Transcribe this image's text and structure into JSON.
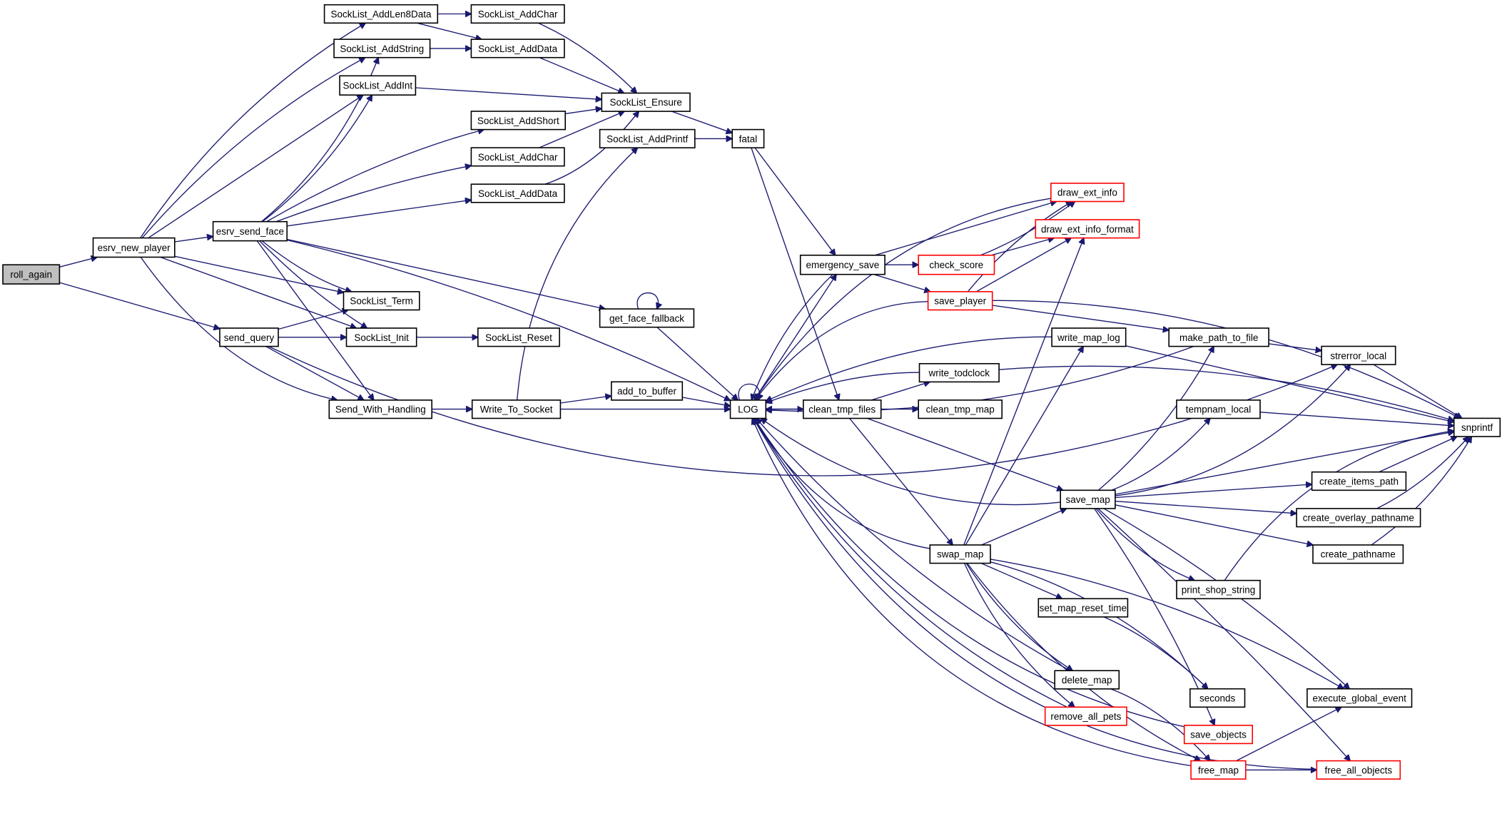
{
  "diagram": {
    "type": "call-graph",
    "colors": {
      "edge": "#191970",
      "root_fill": "#bfbfbf",
      "node_fill": "#ffffff",
      "normal_border": "#000000",
      "truncated_border": "#ff0000"
    },
    "root": "roll_again",
    "nodes": [
      {
        "id": "roll_again",
        "label": "roll_again",
        "kind": "root"
      },
      {
        "id": "esrv_new_player",
        "label": "esrv_new_player",
        "kind": "normal"
      },
      {
        "id": "esrv_send_face",
        "label": "esrv_send_face",
        "kind": "normal"
      },
      {
        "id": "SockList_AddLen8Data",
        "label": "SockList_AddLen8Data",
        "kind": "normal"
      },
      {
        "id": "SockList_AddString",
        "label": "SockList_AddString",
        "kind": "normal"
      },
      {
        "id": "SockList_AddInt",
        "label": "SockList_AddInt",
        "kind": "normal"
      },
      {
        "id": "SockList_AddChar_1",
        "label": "SockList_AddChar",
        "kind": "normal"
      },
      {
        "id": "SockList_AddData_1",
        "label": "SockList_AddData",
        "kind": "normal"
      },
      {
        "id": "SockList_AddShort",
        "label": "SockList_AddShort",
        "kind": "normal"
      },
      {
        "id": "SockList_AddChar_2",
        "label": "SockList_AddChar",
        "kind": "normal"
      },
      {
        "id": "SockList_AddData_2",
        "label": "SockList_AddData",
        "kind": "normal"
      },
      {
        "id": "SockList_Ensure",
        "label": "SockList_Ensure",
        "kind": "normal"
      },
      {
        "id": "SockList_AddPrintf",
        "label": "SockList_AddPrintf",
        "kind": "normal"
      },
      {
        "id": "fatal",
        "label": "fatal",
        "kind": "normal"
      },
      {
        "id": "SockList_Term",
        "label": "SockList_Term",
        "kind": "normal"
      },
      {
        "id": "SockList_Init",
        "label": "SockList_Init",
        "kind": "normal"
      },
      {
        "id": "SockList_Reset",
        "label": "SockList_Reset",
        "kind": "normal"
      },
      {
        "id": "send_query",
        "label": "send_query",
        "kind": "normal"
      },
      {
        "id": "get_face_fallback",
        "label": "get_face_fallback",
        "kind": "normal"
      },
      {
        "id": "Send_With_Handling",
        "label": "Send_With_Handling",
        "kind": "normal"
      },
      {
        "id": "Write_To_Socket",
        "label": "Write_To_Socket",
        "kind": "normal"
      },
      {
        "id": "add_to_buffer",
        "label": "add_to_buffer",
        "kind": "normal"
      },
      {
        "id": "LOG",
        "label": "LOG",
        "kind": "normal"
      },
      {
        "id": "clean_tmp_files",
        "label": "clean_tmp_files",
        "kind": "normal"
      },
      {
        "id": "clean_tmp_map",
        "label": "clean_tmp_map",
        "kind": "normal"
      },
      {
        "id": "write_todclock",
        "label": "write_todclock",
        "kind": "normal"
      },
      {
        "id": "write_map_log",
        "label": "write_map_log",
        "kind": "normal"
      },
      {
        "id": "emergency_save",
        "label": "emergency_save",
        "kind": "normal"
      },
      {
        "id": "check_score",
        "label": "check_score",
        "kind": "truncated"
      },
      {
        "id": "save_player",
        "label": "save_player",
        "kind": "truncated"
      },
      {
        "id": "draw_ext_info",
        "label": "draw_ext_info",
        "kind": "truncated"
      },
      {
        "id": "draw_ext_info_format",
        "label": "draw_ext_info_format",
        "kind": "truncated"
      },
      {
        "id": "make_path_to_file",
        "label": "make_path_to_file",
        "kind": "normal"
      },
      {
        "id": "strerror_local",
        "label": "strerror_local",
        "kind": "normal"
      },
      {
        "id": "tempnam_local",
        "label": "tempnam_local",
        "kind": "normal"
      },
      {
        "id": "snprintf",
        "label": "snprintf",
        "kind": "normal"
      },
      {
        "id": "save_map",
        "label": "save_map",
        "kind": "normal"
      },
      {
        "id": "create_items_path",
        "label": "create_items_path",
        "kind": "normal"
      },
      {
        "id": "create_overlay_pathname",
        "label": "create_overlay_pathname",
        "kind": "normal"
      },
      {
        "id": "create_pathname",
        "label": "create_pathname",
        "kind": "normal"
      },
      {
        "id": "print_shop_string",
        "label": "print_shop_string",
        "kind": "normal"
      },
      {
        "id": "swap_map",
        "label": "swap_map",
        "kind": "normal"
      },
      {
        "id": "set_map_reset_time",
        "label": "set_map_reset_time",
        "kind": "normal"
      },
      {
        "id": "delete_map",
        "label": "delete_map",
        "kind": "normal"
      },
      {
        "id": "seconds",
        "label": "seconds",
        "kind": "normal"
      },
      {
        "id": "execute_global_event",
        "label": "execute_global_event",
        "kind": "normal"
      },
      {
        "id": "remove_all_pets",
        "label": "remove_all_pets",
        "kind": "truncated"
      },
      {
        "id": "save_objects",
        "label": "save_objects",
        "kind": "truncated"
      },
      {
        "id": "free_map",
        "label": "free_map",
        "kind": "truncated"
      },
      {
        "id": "free_all_objects",
        "label": "free_all_objects",
        "kind": "truncated"
      }
    ],
    "edges": [
      [
        "roll_again",
        "esrv_new_player"
      ],
      [
        "roll_again",
        "send_query"
      ],
      [
        "esrv_new_player",
        "esrv_send_face"
      ],
      [
        "esrv_new_player",
        "SockList_AddLen8Data"
      ],
      [
        "esrv_new_player",
        "SockList_AddString"
      ],
      [
        "esrv_new_player",
        "SockList_AddInt"
      ],
      [
        "esrv_new_player",
        "SockList_Term"
      ],
      [
        "esrv_new_player",
        "SockList_Init"
      ],
      [
        "esrv_new_player",
        "Send_With_Handling"
      ],
      [
        "esrv_send_face",
        "SockList_AddString"
      ],
      [
        "esrv_send_face",
        "SockList_AddInt"
      ],
      [
        "esrv_send_face",
        "SockList_AddShort"
      ],
      [
        "esrv_send_face",
        "SockList_AddChar_2"
      ],
      [
        "esrv_send_face",
        "SockList_AddData_2"
      ],
      [
        "esrv_send_face",
        "LOG"
      ],
      [
        "esrv_send_face",
        "get_face_fallback"
      ],
      [
        "esrv_send_face",
        "SockList_Term"
      ],
      [
        "esrv_send_face",
        "SockList_Init"
      ],
      [
        "esrv_send_face",
        "Send_With_Handling"
      ],
      [
        "SockList_AddLen8Data",
        "SockList_AddChar_1"
      ],
      [
        "SockList_AddLen8Data",
        "SockList_AddData_1"
      ],
      [
        "SockList_AddString",
        "SockList_AddData_1"
      ],
      [
        "SockList_AddChar_1",
        "SockList_Ensure"
      ],
      [
        "SockList_AddData_1",
        "SockList_Ensure"
      ],
      [
        "SockList_AddInt",
        "SockList_Ensure"
      ],
      [
        "SockList_AddShort",
        "SockList_Ensure"
      ],
      [
        "SockList_AddChar_2",
        "SockList_Ensure"
      ],
      [
        "SockList_AddData_2",
        "SockList_Ensure"
      ],
      [
        "SockList_Ensure",
        "fatal"
      ],
      [
        "SockList_AddPrintf",
        "fatal"
      ],
      [
        "send_query",
        "SockList_Term"
      ],
      [
        "send_query",
        "SockList_Init"
      ],
      [
        "send_query",
        "Send_With_Handling"
      ],
      [
        "send_query",
        "strerror_local"
      ],
      [
        "SockList_Init",
        "SockList_Reset"
      ],
      [
        "get_face_fallback",
        "get_face_fallback"
      ],
      [
        "get_face_fallback",
        "LOG"
      ],
      [
        "Send_With_Handling",
        "Write_To_Socket"
      ],
      [
        "Write_To_Socket",
        "SockList_AddPrintf"
      ],
      [
        "Write_To_Socket",
        "add_to_buffer"
      ],
      [
        "Write_To_Socket",
        "LOG"
      ],
      [
        "add_to_buffer",
        "LOG"
      ],
      [
        "fatal",
        "emergency_save"
      ],
      [
        "fatal",
        "clean_tmp_files"
      ],
      [
        "LOG",
        "LOG"
      ],
      [
        "LOG",
        "emergency_save"
      ],
      [
        "LOG",
        "clean_tmp_files"
      ],
      [
        "emergency_save",
        "LOG"
      ],
      [
        "emergency_save",
        "check_score"
      ],
      [
        "emergency_save",
        "save_player"
      ],
      [
        "emergency_save",
        "draw_ext_info"
      ],
      [
        "check_score",
        "draw_ext_info"
      ],
      [
        "check_score",
        "draw_ext_info_format"
      ],
      [
        "save_player",
        "LOG"
      ],
      [
        "save_player",
        "draw_ext_info"
      ],
      [
        "save_player",
        "draw_ext_info_format"
      ],
      [
        "save_player",
        "make_path_to_file"
      ],
      [
        "save_player",
        "snprintf"
      ],
      [
        "draw_ext_info",
        "LOG"
      ],
      [
        "clean_tmp_files",
        "LOG"
      ],
      [
        "clean_tmp_files",
        "write_todclock"
      ],
      [
        "clean_tmp_files",
        "clean_tmp_map"
      ],
      [
        "clean_tmp_files",
        "save_map"
      ],
      [
        "clean_tmp_files",
        "swap_map"
      ],
      [
        "write_todclock",
        "LOG"
      ],
      [
        "write_todclock",
        "snprintf"
      ],
      [
        "write_map_log",
        "LOG"
      ],
      [
        "write_map_log",
        "snprintf"
      ],
      [
        "make_path_to_file",
        "LOG"
      ],
      [
        "make_path_to_file",
        "strerror_local"
      ],
      [
        "strerror_local",
        "snprintf"
      ],
      [
        "tempnam_local",
        "snprintf"
      ],
      [
        "save_map",
        "LOG"
      ],
      [
        "save_map",
        "make_path_to_file"
      ],
      [
        "save_map",
        "strerror_local"
      ],
      [
        "save_map",
        "tempnam_local"
      ],
      [
        "save_map",
        "snprintf"
      ],
      [
        "save_map",
        "create_items_path"
      ],
      [
        "save_map",
        "create_overlay_pathname"
      ],
      [
        "save_map",
        "create_pathname"
      ],
      [
        "save_map",
        "print_shop_string"
      ],
      [
        "save_map",
        "save_objects"
      ],
      [
        "save_map",
        "execute_global_event"
      ],
      [
        "save_map",
        "free_all_objects"
      ],
      [
        "create_items_path",
        "snprintf"
      ],
      [
        "create_overlay_pathname",
        "snprintf"
      ],
      [
        "create_pathname",
        "snprintf"
      ],
      [
        "print_shop_string",
        "snprintf"
      ],
      [
        "swap_map",
        "LOG"
      ],
      [
        "swap_map",
        "write_map_log"
      ],
      [
        "swap_map",
        "draw_ext_info_format"
      ],
      [
        "swap_map",
        "save_map"
      ],
      [
        "swap_map",
        "set_map_reset_time"
      ],
      [
        "swap_map",
        "delete_map"
      ],
      [
        "swap_map",
        "remove_all_pets"
      ],
      [
        "swap_map",
        "seconds"
      ],
      [
        "swap_map",
        "free_map"
      ],
      [
        "swap_map",
        "execute_global_event"
      ],
      [
        "set_map_reset_time",
        "seconds"
      ],
      [
        "delete_map",
        "LOG"
      ],
      [
        "delete_map",
        "free_map"
      ],
      [
        "remove_all_pets",
        "LOG"
      ],
      [
        "save_objects",
        "LOG"
      ],
      [
        "free_map",
        "LOG"
      ],
      [
        "free_map",
        "free_all_objects"
      ],
      [
        "free_map",
        "execute_global_event"
      ],
      [
        "free_all_objects",
        "LOG"
      ]
    ]
  }
}
